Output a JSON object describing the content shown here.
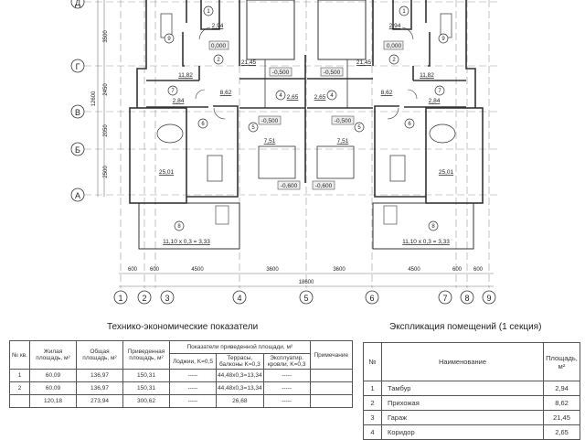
{
  "axes": {
    "rows": [
      "Д",
      "Г",
      "В",
      "Б",
      "А"
    ],
    "columns": [
      "1",
      "2",
      "3",
      "4",
      "5",
      "6",
      "7",
      "8",
      "9"
    ]
  },
  "dims": {
    "vertical": [
      "3500",
      "12600",
      "2450",
      "2050",
      "2500"
    ],
    "horizontal": [
      "600",
      "600",
      "4500",
      "3600",
      "3600",
      "4500",
      "600",
      "600"
    ],
    "total": "18600"
  },
  "plan": {
    "rooms": [
      "1",
      "2",
      "4",
      "5",
      "6",
      "7",
      "8",
      "9"
    ],
    "areas": {
      "tambur": "2,94",
      "hall": "8,62",
      "garage": "21,45",
      "corridor": "2,65",
      "room5": "7,51",
      "living": "25,01",
      "bath": "2,84",
      "kitchen": "11,82",
      "terrace": "11,10 x 0,3 = 3,33"
    },
    "levels": {
      "floor": "0,000",
      "garage": "-0,500",
      "room5": "-0,500",
      "entry": "-0,600"
    }
  },
  "tech": {
    "title": "Технико-экономические показатели",
    "headers": {
      "num": "№ кв.",
      "living": "Жилая площадь, м²",
      "total": "Общая площадь, м²",
      "reduced": "Приведенная площадь, м²",
      "group": "Показатели приведенной площади, м²",
      "loggia": "Лоджии, K=0,5",
      "terrace": "Террасы, балконы K=0,3",
      "roof": "Эксплуатир. кровли, K=0,3",
      "note": "Примечание"
    },
    "rows": [
      [
        "1",
        "60,09",
        "136,97",
        "150,31",
        "-----",
        "44,48x0,3=13,34",
        "-----",
        ""
      ],
      [
        "2",
        "60,09",
        "136,97",
        "150,31",
        "-----",
        "44,48x0,3=13,34",
        "-----",
        ""
      ],
      [
        "",
        "120,18",
        "273,94",
        "300,62",
        "-----",
        "26,68",
        "-----",
        ""
      ]
    ]
  },
  "expl": {
    "title": "Экспликация помещений (1 секция)",
    "headers": {
      "num": "№",
      "name": "Наименование",
      "area": "Площадь, м²"
    },
    "rows": [
      [
        "1",
        "Тамбур",
        "2,94"
      ],
      [
        "2",
        "Прихожая",
        "8,62"
      ],
      [
        "3",
        "Гараж",
        "21,45"
      ],
      [
        "4",
        "Коридор",
        "2,65"
      ]
    ]
  }
}
